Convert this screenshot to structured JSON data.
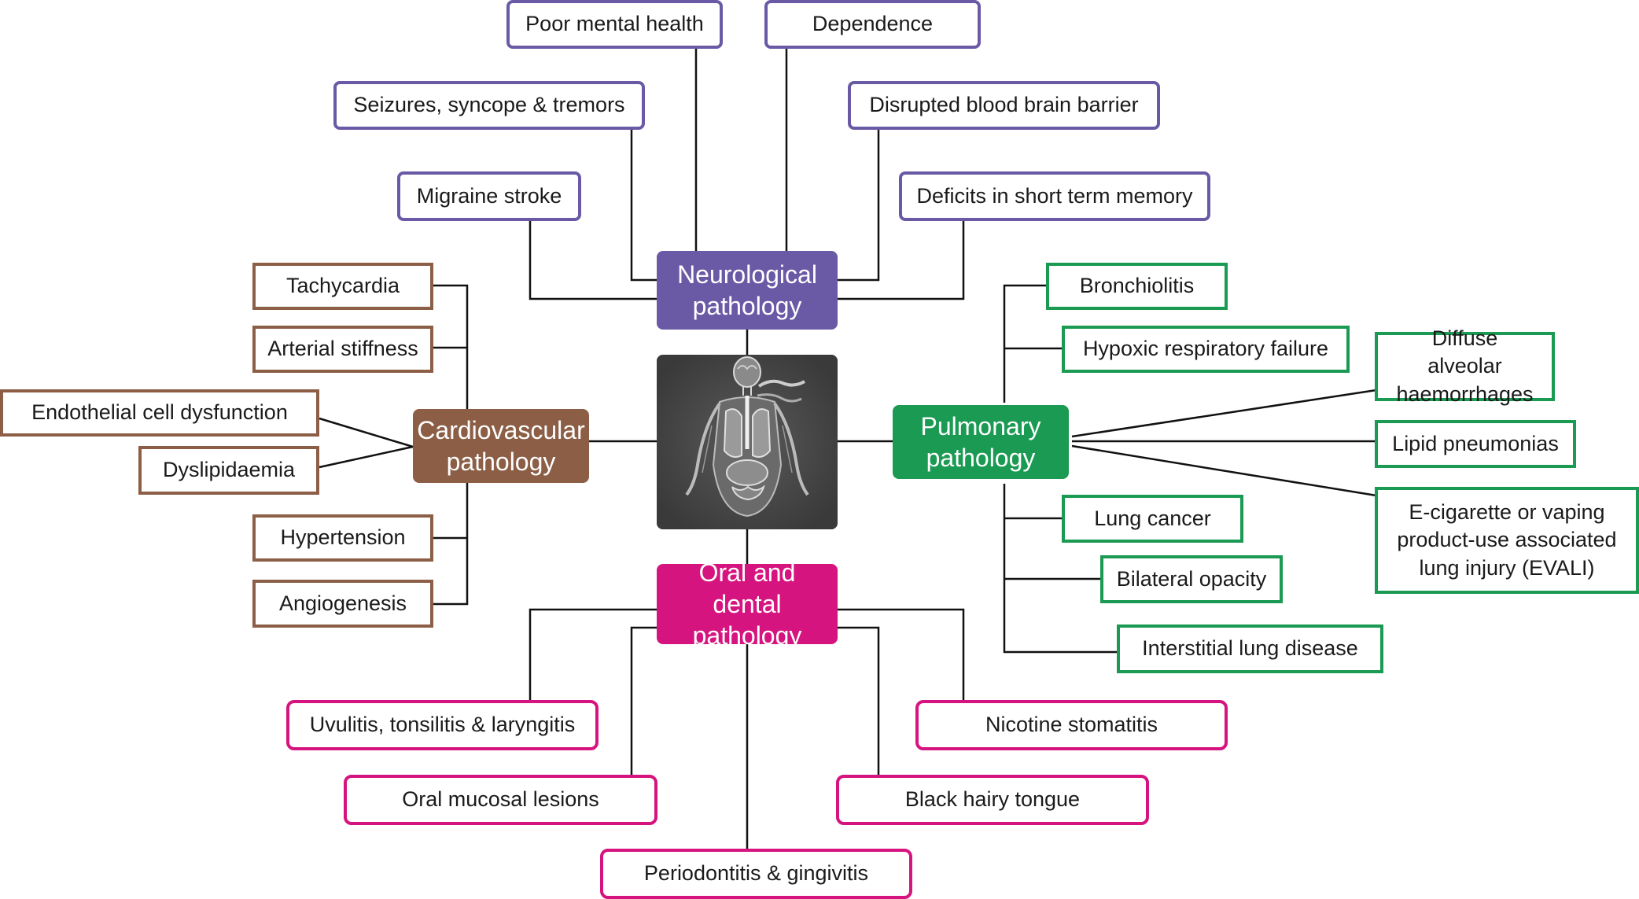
{
  "colors": {
    "neurological": "#6a5aa6",
    "cardiovascular": "#8c5e46",
    "pulmonary": "#1a9a52",
    "oral": "#d6147f",
    "connector": "#111111"
  },
  "hubs": {
    "neurological": "Neurological pathology",
    "cardiovascular": "Cardiovascular pathology",
    "pulmonary": "Pulmonary pathology",
    "oral": "Oral and dental pathology"
  },
  "center_image": {
    "icon": "human-body-anatomy-with-vapour-icon"
  },
  "neurological": [
    "Poor mental health",
    "Dependence",
    "Seizures, syncope & tremors",
    "Disrupted blood brain barrier",
    "Migraine stroke",
    "Deficits in short term memory"
  ],
  "cardiovascular": [
    "Tachycardia",
    "Arterial stiffness",
    "Endothelial cell dysfunction",
    "Dyslipidaemia",
    "Hypertension",
    "Angiogenesis"
  ],
  "pulmonary": [
    "Bronchiolitis",
    "Hypoxic respiratory failure",
    "Diffuse alveolar haemorrhages",
    "Lipid pneumonias",
    "E-cigarette or vaping product-use associated lung injury (EVALI)",
    "Lung cancer",
    "Bilateral opacity",
    "Interstitial lung disease"
  ],
  "oral": [
    "Uvulitis, tonsilitis & laryngitis",
    "Nicotine stomatitis",
    "Oral mucosal lesions",
    "Black hairy tongue",
    "Periodontitis & gingivitis"
  ]
}
